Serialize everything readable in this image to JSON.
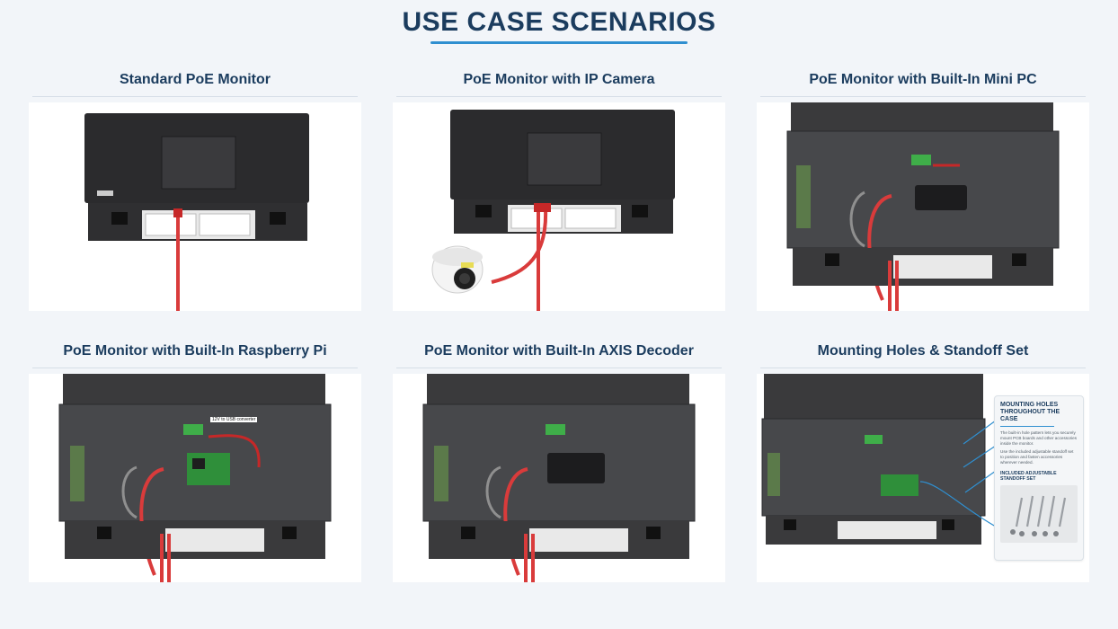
{
  "page": {
    "title": "USE CASE SCENARIOS",
    "accent_color": "#2f8fd0",
    "title_color": "#1b3c5e"
  },
  "cards": [
    {
      "title": "Standard PoE Monitor",
      "image": "monitor-back-with-ethernet-cable"
    },
    {
      "title": "PoE Monitor with IP Camera",
      "image": "monitor-back-with-ip-camera"
    },
    {
      "title": "PoE Monitor with Built-In Mini PC",
      "image": "open-case-with-mini-pc"
    },
    {
      "title": "PoE Monitor with Built-In Raspberry Pi",
      "image": "open-case-with-raspberry-pi"
    },
    {
      "title": "PoE Monitor with Built-In AXIS Decoder",
      "image": "open-case-with-axis-decoder"
    },
    {
      "title": "Mounting Holes & Standoff Set",
      "image": "open-case-with-standoffs"
    }
  ],
  "mounting_panel": {
    "heading": "MOUNTING HOLES THROUGHOUT THE CASE",
    "text1": "The built-in hole pattern lets you securely mount PCB boards and other accessories inside the monitor.",
    "text2": "Use the included adjustable standoff set to position and fasten accessories wherever needed.",
    "subheading": "INCLUDED ADJUSTABLE STANDOFF SET"
  },
  "raspberry_label": "12V to USB converter"
}
